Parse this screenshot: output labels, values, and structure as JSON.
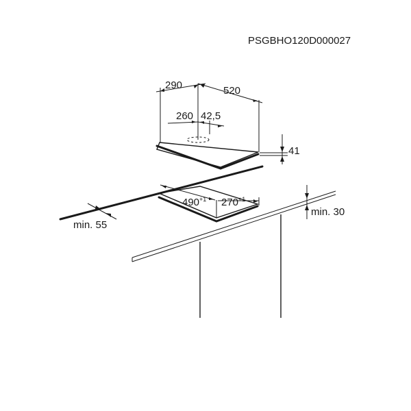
{
  "code": "PSGBHO120D000027",
  "hob": {
    "depth": "290",
    "width": "520",
    "inner_depth": "260",
    "inner_offset": "42,5",
    "height": "41"
  },
  "cutout": {
    "width": "490",
    "width_tol": "+1",
    "depth": "270",
    "depth_tol": "+1"
  },
  "clearance": {
    "front": "min. 55",
    "below": "min. 30"
  }
}
